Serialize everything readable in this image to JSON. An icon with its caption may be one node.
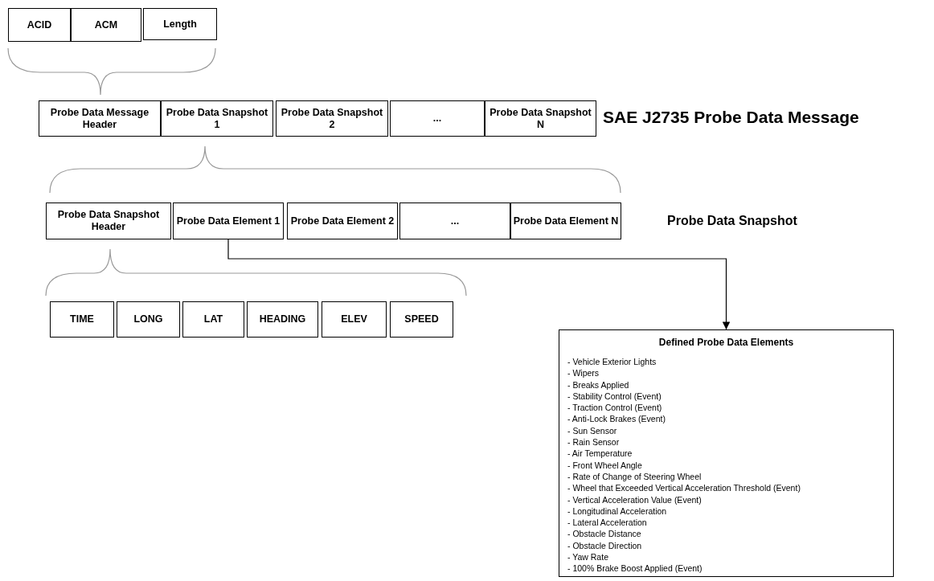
{
  "diagram": {
    "nodes": [
      {
        "text": [
          "ACID"
        ]
      },
      {
        "text": [
          "ACM"
        ]
      },
      {
        "text": [
          "Length"
        ]
      },
      {
        "text": [
          "Probe Data Message Header"
        ]
      },
      {
        "text": [
          "Probe Data Snapshot 1"
        ]
      },
      {
        "text": [
          "Probe Data Snapshot 2"
        ]
      },
      {
        "text": [
          "..."
        ]
      },
      {
        "text": [
          "Probe Data Snapshot N"
        ]
      },
      {
        "text": [
          "Probe Data Snapshot Header"
        ]
      },
      {
        "text": [
          "Probe Data Element 1"
        ]
      },
      {
        "text": [
          "Probe Data Element 2"
        ]
      },
      {
        "text": [
          "..."
        ]
      },
      {
        "text": [
          "Probe Data Element N"
        ]
      },
      {
        "text": [
          "TIME"
        ]
      },
      {
        "text": [
          "LONG"
        ]
      },
      {
        "text": [
          "LAT"
        ]
      },
      {
        "text": [
          "HEADING"
        ]
      },
      {
        "text": [
          "ELEV"
        ]
      },
      {
        "text": [
          "SPEED"
        ]
      },
      {
        "text": [
          "Defined Probe Data Elements",
          "- Vehicle Exterior Lights",
          "- Wipers",
          "- Breaks Applied",
          "- Stability Control (Event)",
          "- Traction Control (Event)",
          "- Anti-Lock Brakes (Event)",
          "- Sun Sensor",
          "- Rain Sensor",
          "- Air Temperature",
          "- Front Wheel Angle",
          "- Rate of Change of Steering Wheel",
          "- Wheel that Exceeded Vertical Acceleration Threshold (Event)",
          "- Vertical Acceleration Value (Event)",
          "- Longitudinal Acceleration",
          "- Lateral Acceleration",
          "- Obstacle Distance",
          "- Obstacle Direction",
          "- Yaw Rate",
          "- 100% Brake Boost Applied (Event)"
        ]
      }
    ],
    "edges": [
      {
        "from": 9,
        "to": 19,
        "arrow": "to"
      }
    ],
    "labels": [
      "SAE J2735 Probe Data Message",
      "Probe Data Snapshot"
    ]
  }
}
